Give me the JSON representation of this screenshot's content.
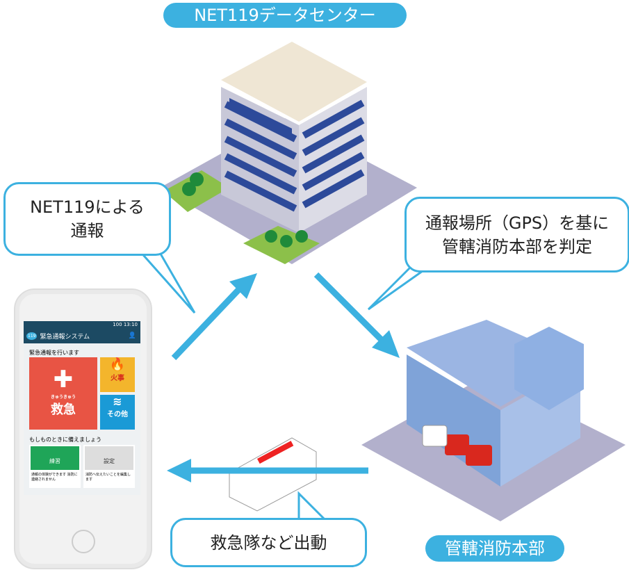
{
  "title": "NET119データセンター",
  "bubbles": {
    "report": [
      "NET119による",
      "通報"
    ],
    "judge": [
      "通報場所（GPS）を基に",
      "管轄消防本部を判定"
    ],
    "dispatch": "救急隊など出動"
  },
  "fire_station_label": "管轄消防本部",
  "phone": {
    "status_time": "13:10",
    "battery": "100",
    "app_title": "緊急通報システム",
    "app_badge": "119",
    "section1": "緊急通報を行います",
    "tiles": {
      "kyukyu": "救急",
      "kyukyu_ruby": "きゅうきゅう",
      "kaji": "火事",
      "sonota": "その他"
    },
    "section2": "もしものときに備えましょう",
    "cards": [
      {
        "label": "練習",
        "desc": "通報の体験ができます 消防に連絡されません"
      },
      {
        "label": "設定",
        "desc": "消防へ伝えたいことを編集します"
      }
    ]
  },
  "colors": {
    "accent": "#3cb1e0",
    "red": "#e85444",
    "yellow": "#f3b52c",
    "blue": "#1a9ad6",
    "green": "#1fa558"
  }
}
